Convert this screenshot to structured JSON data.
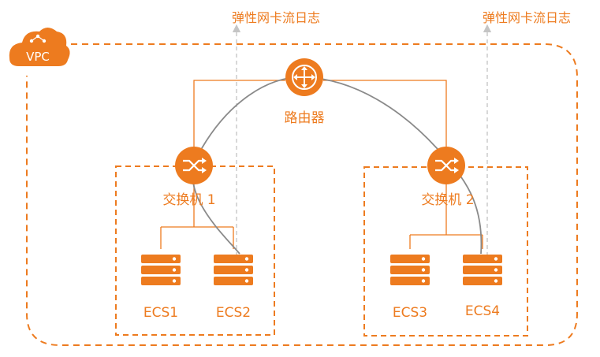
{
  "vpc": {
    "label": "VPC"
  },
  "router": {
    "label": "路由器"
  },
  "switches": [
    {
      "label": "交换机 1"
    },
    {
      "label": "交换机 2"
    }
  ],
  "servers": [
    {
      "label": "ECS1"
    },
    {
      "label": "ECS2"
    },
    {
      "label": "ECS3"
    },
    {
      "label": "ECS4"
    }
  ],
  "flow_logs": [
    {
      "label": "弹性网卡流日志"
    },
    {
      "label": "弹性网卡流日志"
    }
  ],
  "colors": {
    "accent": "#ed7b1f",
    "line_gray": "#8a8a8a",
    "arrow_gray": "#c4c4c4"
  }
}
